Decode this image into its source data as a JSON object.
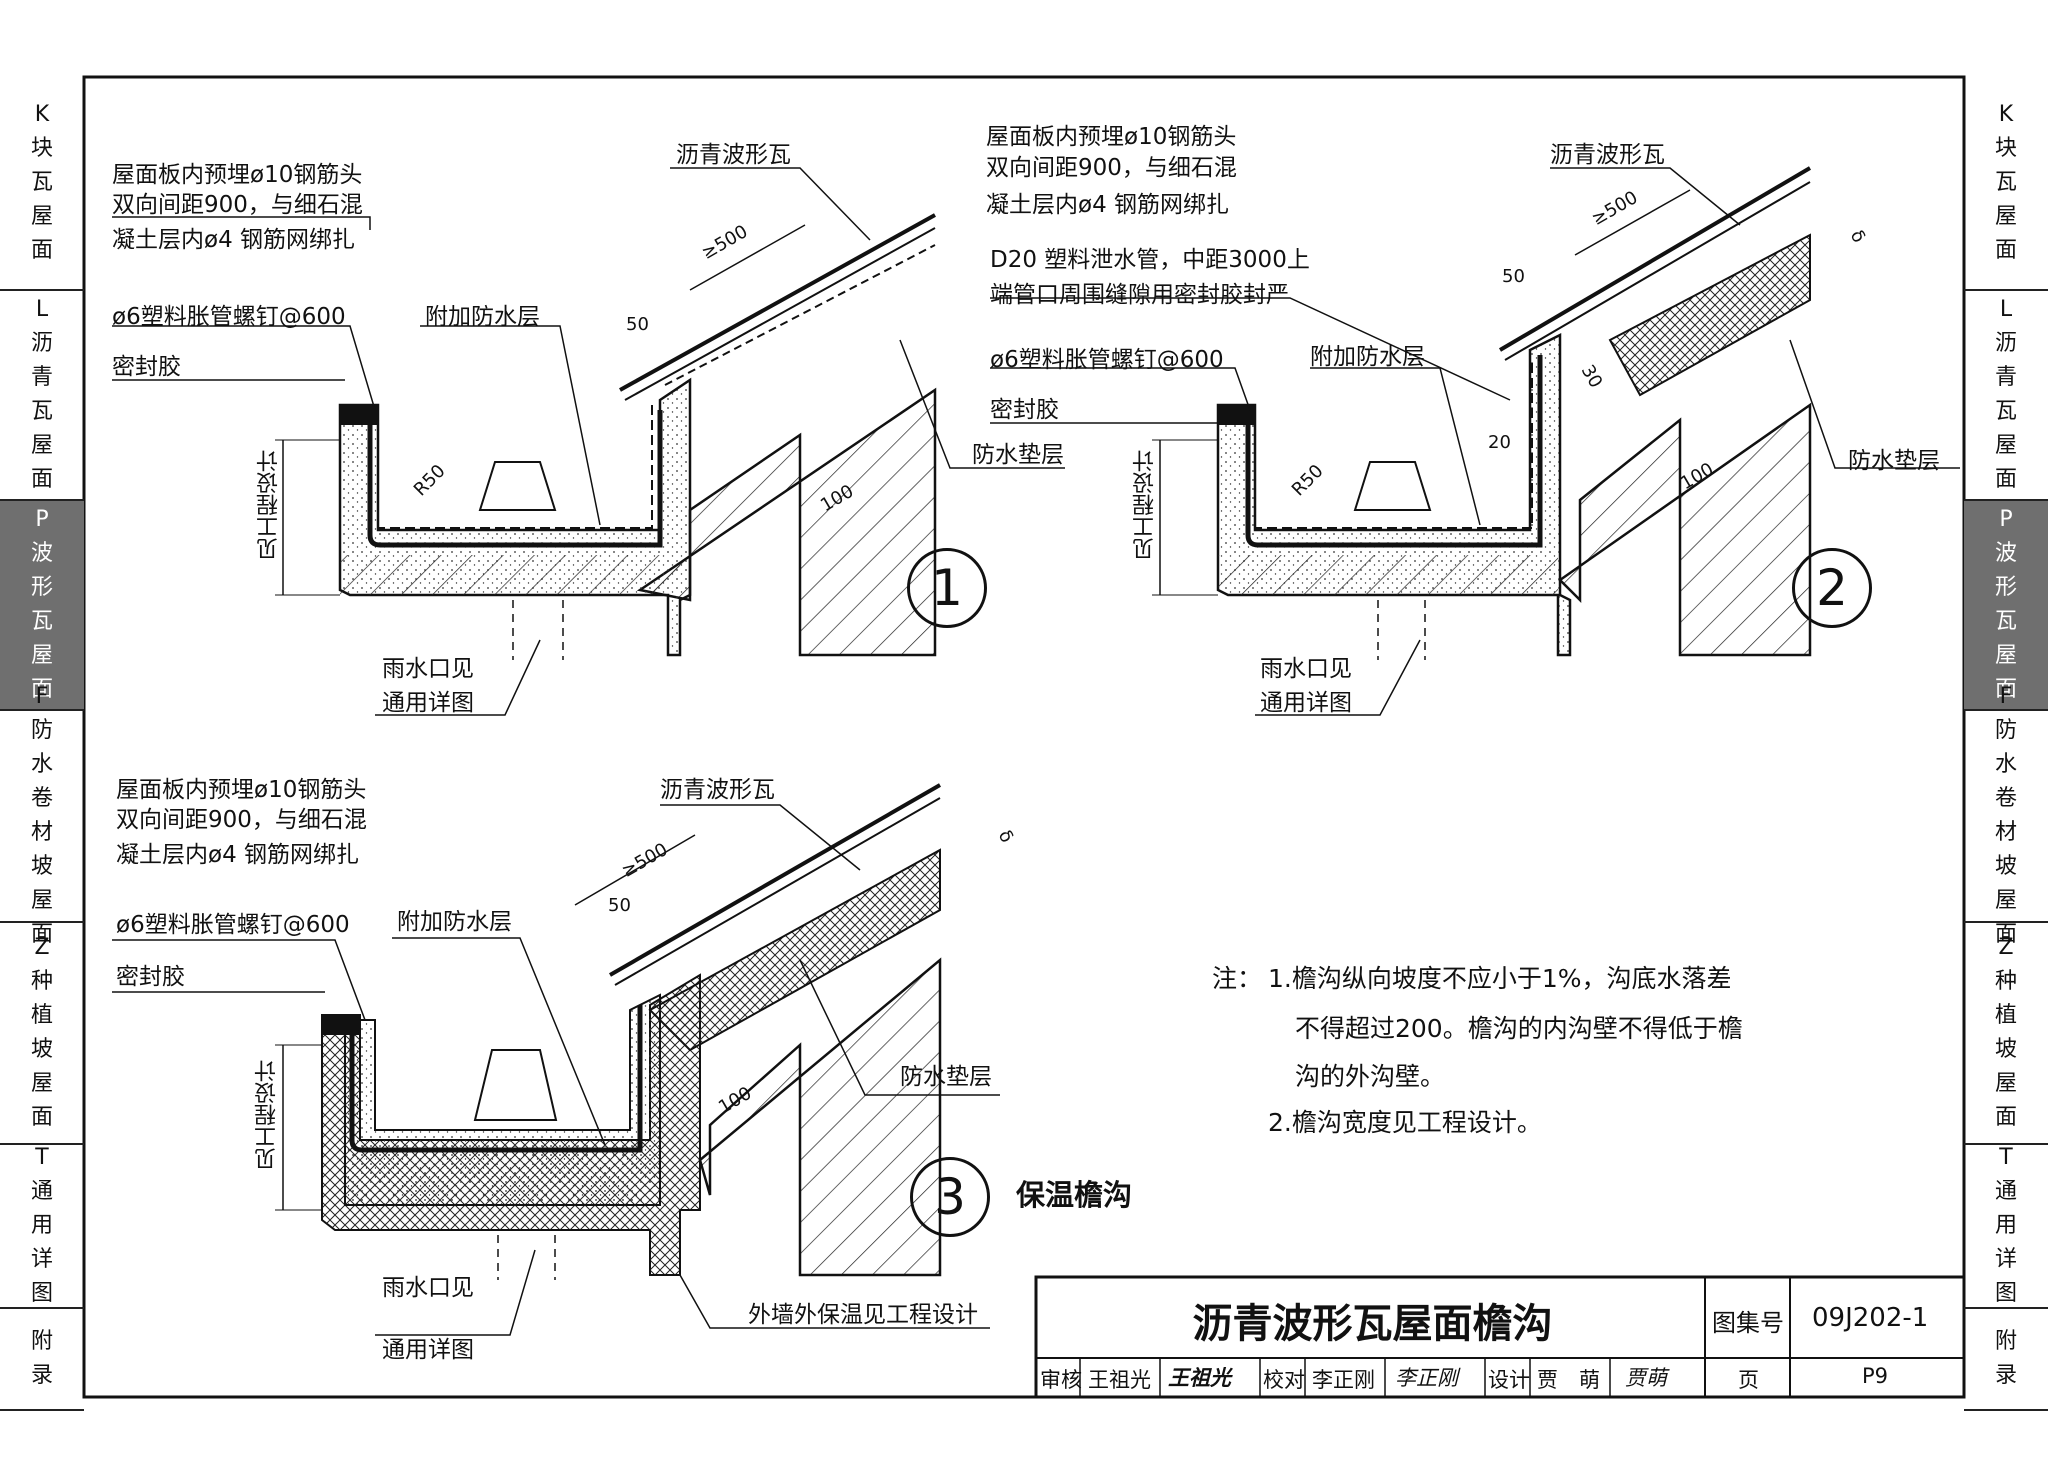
{
  "side_nav": [
    {
      "code": "K",
      "label": "块瓦屋面",
      "active": false
    },
    {
      "code": "L",
      "label": "沥青瓦屋面",
      "active": false
    },
    {
      "code": "P",
      "label": "波形瓦屋面",
      "active": true
    },
    {
      "code": "F",
      "label": "防水卷材坡屋面",
      "active": false
    },
    {
      "code": "Z",
      "label": "种植坡屋面",
      "active": false
    },
    {
      "code": "T",
      "label": "通用详图",
      "active": false
    },
    {
      "code": "",
      "label": "附录",
      "active": false
    }
  ],
  "detail1": {
    "number": "1",
    "label_rebar_1": "屋面板内预埋ø10钢筋头",
    "label_rebar_2": "双向间距900，与细石混",
    "label_rebar_3": "凝土层内ø4 钢筋网绑扎",
    "label_tile": "沥青波形瓦",
    "label_nail": "ø6塑料胀管螺钉@600",
    "label_sealant": "密封胶",
    "label_extra_waterproof": "附加防水层",
    "label_underlay": "防水垫层",
    "label_height": "见工程设计",
    "label_outlet_1": "雨水口见",
    "label_outlet_2": "通用详图",
    "dim_overlap": "≥500",
    "dim_50": "50",
    "dim_100": "100",
    "dim_r50": "R50"
  },
  "detail2": {
    "number": "2",
    "label_rebar_1": "屋面板内预埋ø10钢筋头",
    "label_rebar_2": "双向间距900，与细石混",
    "label_rebar_3": "凝土层内ø4 钢筋网绑扎",
    "label_tile": "沥青波形瓦",
    "label_pipe_1": "D20 塑料泄水管，中距3000上",
    "label_pipe_2": "端管口周围缝隙用密封胶封严",
    "label_nail": "ø6塑料胀管螺钉@600",
    "label_sealant": "密封胶",
    "label_extra_waterproof": "附加防水层",
    "label_underlay": "防水垫层",
    "label_height": "见工程设计",
    "label_outlet_1": "雨水口见",
    "label_outlet_2": "通用详图",
    "dim_overlap": "≥500",
    "dim_50": "50",
    "dim_100": "100",
    "dim_r50": "R50",
    "dim_20": "20",
    "dim_d": "δ",
    "dim_30": "30"
  },
  "detail3": {
    "number": "3",
    "title": "保温檐沟",
    "label_rebar_1": "屋面板内预埋ø10钢筋头",
    "label_rebar_2": "双向间距900，与细石混",
    "label_rebar_3": "凝土层内ø4 钢筋网绑扎",
    "label_tile": "沥青波形瓦",
    "label_nail": "ø6塑料胀管螺钉@600",
    "label_sealant": "密封胶",
    "label_extra_waterproof": "附加防水层",
    "label_underlay": "防水垫层",
    "label_height": "见工程设计",
    "label_outlet_1": "雨水口见",
    "label_outlet_2": "通用详图",
    "label_wall_insulation": "外墙外保温见工程设计",
    "dim_overlap": "≥500",
    "dim_50": "50",
    "dim_100": "100",
    "dim_d": "δ"
  },
  "notes": {
    "prefix": "注：",
    "n1_1": "1.檐沟纵向坡度不应小于1%，沟底水落差",
    "n1_2": "不得超过200。檐沟的内沟壁不得低于檐",
    "n1_3": "沟的外沟壁。",
    "n2": "2.檐沟宽度见工程设计。"
  },
  "title_block": {
    "title": "沥青波形瓦屋面檐沟",
    "atlas_label": "图集号",
    "atlas_no": "09J202-1",
    "review_label": "审核",
    "reviewer": "王祖光",
    "reviewer_sig": "王祖光",
    "check_label": "校对",
    "checker": "李正刚",
    "checker_sig": "李正刚",
    "design_label": "设计",
    "designer": "贾　萌",
    "designer_sig": "贾萌",
    "page_label": "页",
    "page_no": "P9"
  }
}
